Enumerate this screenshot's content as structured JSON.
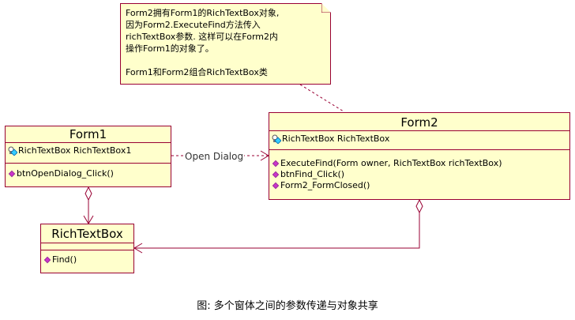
{
  "note": {
    "lines": [
      "Form2拥有Form1的RichTextBox对象,",
      "因为Form2.ExecuteFind方法传入",
      "richTextBox参数. 这样可以在Form2内",
      "操作Form1的对象了。",
      "",
      "Form1和Form2组合RichTextBox类"
    ]
  },
  "form1": {
    "name": "Form1",
    "attributes": [
      "RichTextBox RichTextBox1"
    ],
    "operations": [
      "btnOpenDialog_Click()"
    ]
  },
  "form2": {
    "name": "Form2",
    "attributes": [
      "RichTextBox RichTextBox"
    ],
    "operations": [
      "ExecuteFind(Form owner, RichTextBox richTextBox)",
      "btnFind_Click()",
      "Form2_FormClosed()"
    ]
  },
  "richtextbox": {
    "name": "RichTextBox",
    "operations": [
      "Find()"
    ]
  },
  "connectors": {
    "dependency_label": "Open Dialog"
  },
  "caption": "图: 多个窗体之间的参数传递与对象共享",
  "colors": {
    "box_border": "#990033",
    "box_fill": "#ffffcc",
    "line": "#990033",
    "operation_icon": "#cc33cc",
    "attribute_icon": "#33ccff"
  }
}
